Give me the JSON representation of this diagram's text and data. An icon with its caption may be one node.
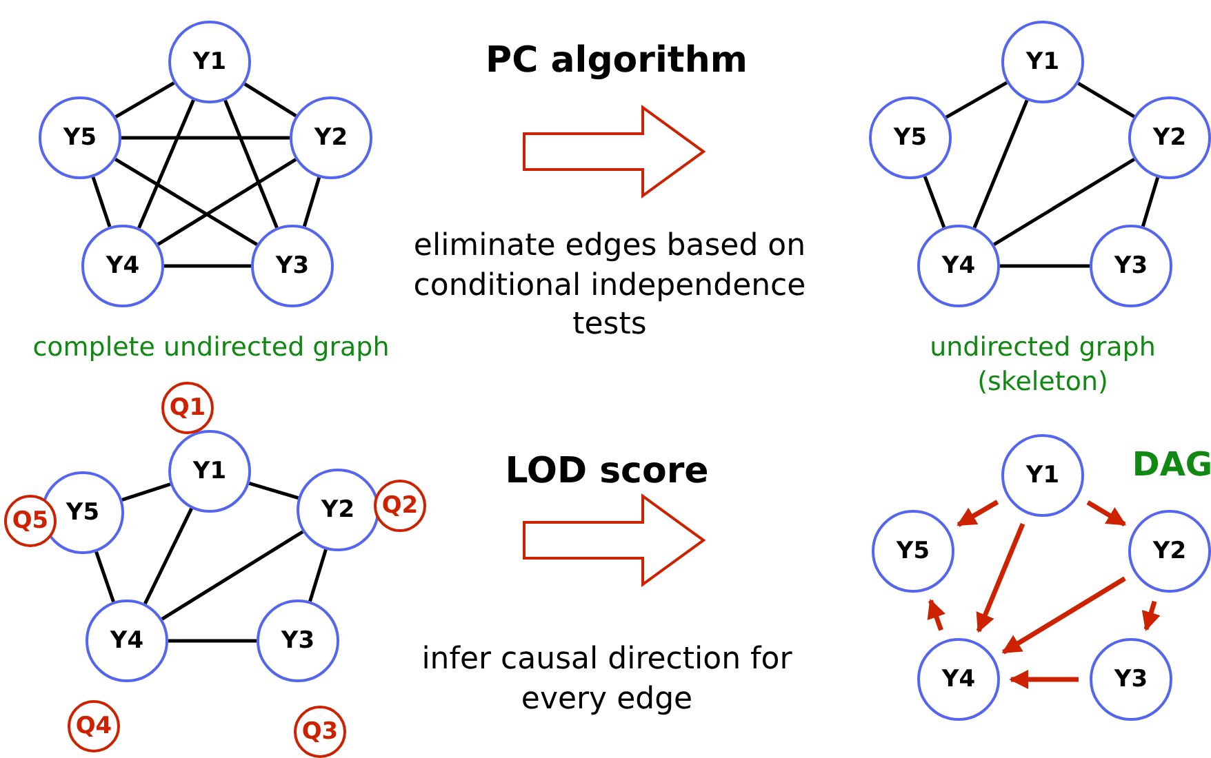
{
  "diagram": {
    "nodes": [
      {
        "text": [
          "Y1"
        ]
      },
      {
        "text": [
          "Y2"
        ]
      },
      {
        "text": [
          "Y3"
        ]
      },
      {
        "text": [
          "Y4"
        ]
      },
      {
        "text": [
          "Y5"
        ]
      },
      {
        "text": [
          "Y1"
        ]
      },
      {
        "text": [
          "Y2"
        ]
      },
      {
        "text": [
          "Y3"
        ]
      },
      {
        "text": [
          "Y4"
        ]
      },
      {
        "text": [
          "Y5"
        ]
      },
      {
        "text": [
          "Y1"
        ]
      },
      {
        "text": [
          "Y2"
        ]
      },
      {
        "text": [
          "Y3"
        ]
      },
      {
        "text": [
          "Y4"
        ]
      },
      {
        "text": [
          "Y5"
        ]
      },
      {
        "text": [
          "Q1"
        ]
      },
      {
        "text": [
          "Q2"
        ]
      },
      {
        "text": [
          "Q3"
        ]
      },
      {
        "text": [
          "Q4"
        ]
      },
      {
        "text": [
          "Q5"
        ]
      },
      {
        "text": [
          "Y1"
        ]
      },
      {
        "text": [
          "Y2"
        ]
      },
      {
        "text": [
          "Y3"
        ]
      },
      {
        "text": [
          "Y4"
        ]
      },
      {
        "text": [
          "Y5"
        ]
      }
    ],
    "edges": [
      {
        "from": 0,
        "to": 1,
        "arrow": "none"
      },
      {
        "from": 0,
        "to": 2,
        "arrow": "none"
      },
      {
        "from": 0,
        "to": 3,
        "arrow": "none"
      },
      {
        "from": 0,
        "to": 4,
        "arrow": "none"
      },
      {
        "from": 1,
        "to": 2,
        "arrow": "none"
      },
      {
        "from": 1,
        "to": 3,
        "arrow": "none"
      },
      {
        "from": 1,
        "to": 4,
        "arrow": "none"
      },
      {
        "from": 2,
        "to": 3,
        "arrow": "none"
      },
      {
        "from": 2,
        "to": 4,
        "arrow": "none"
      },
      {
        "from": 3,
        "to": 4,
        "arrow": "none"
      },
      {
        "from": 5,
        "to": 9,
        "arrow": "none"
      },
      {
        "from": 5,
        "to": 6,
        "arrow": "none"
      },
      {
        "from": 5,
        "to": 8,
        "arrow": "none"
      },
      {
        "from": 6,
        "to": 8,
        "arrow": "none"
      },
      {
        "from": 6,
        "to": 7,
        "arrow": "none"
      },
      {
        "from": 7,
        "to": 8,
        "arrow": "none"
      },
      {
        "from": 8,
        "to": 9,
        "arrow": "none"
      },
      {
        "from": 10,
        "to": 14,
        "arrow": "none"
      },
      {
        "from": 10,
        "to": 11,
        "arrow": "none"
      },
      {
        "from": 10,
        "to": 13,
        "arrow": "none"
      },
      {
        "from": 11,
        "to": 13,
        "arrow": "none"
      },
      {
        "from": 11,
        "to": 12,
        "arrow": "none"
      },
      {
        "from": 12,
        "to": 13,
        "arrow": "none"
      },
      {
        "from": 13,
        "to": 14,
        "arrow": "none"
      },
      {
        "from": 20,
        "to": 24,
        "arrow": "to",
        "color": "#cc2200"
      },
      {
        "from": 20,
        "to": 23,
        "arrow": "to",
        "color": "#cc2200"
      },
      {
        "from": 20,
        "to": 21,
        "arrow": "to",
        "color": "#cc2200"
      },
      {
        "from": 21,
        "to": 23,
        "arrow": "to",
        "color": "#cc2200"
      },
      {
        "from": 21,
        "to": 22,
        "arrow": "to",
        "color": "#cc2200"
      },
      {
        "from": 22,
        "to": 23,
        "arrow": "to",
        "color": "#cc2200"
      },
      {
        "from": 23,
        "to": 24,
        "arrow": "to",
        "color": "#cc2200"
      }
    ],
    "labels": [
      "PC algorithm",
      "eliminate edges based on conditional independence tests",
      "complete undirected graph",
      "undirected graph (skeleton)",
      "DAG",
      "LOD score",
      "infer causal direction for every edge"
    ]
  }
}
